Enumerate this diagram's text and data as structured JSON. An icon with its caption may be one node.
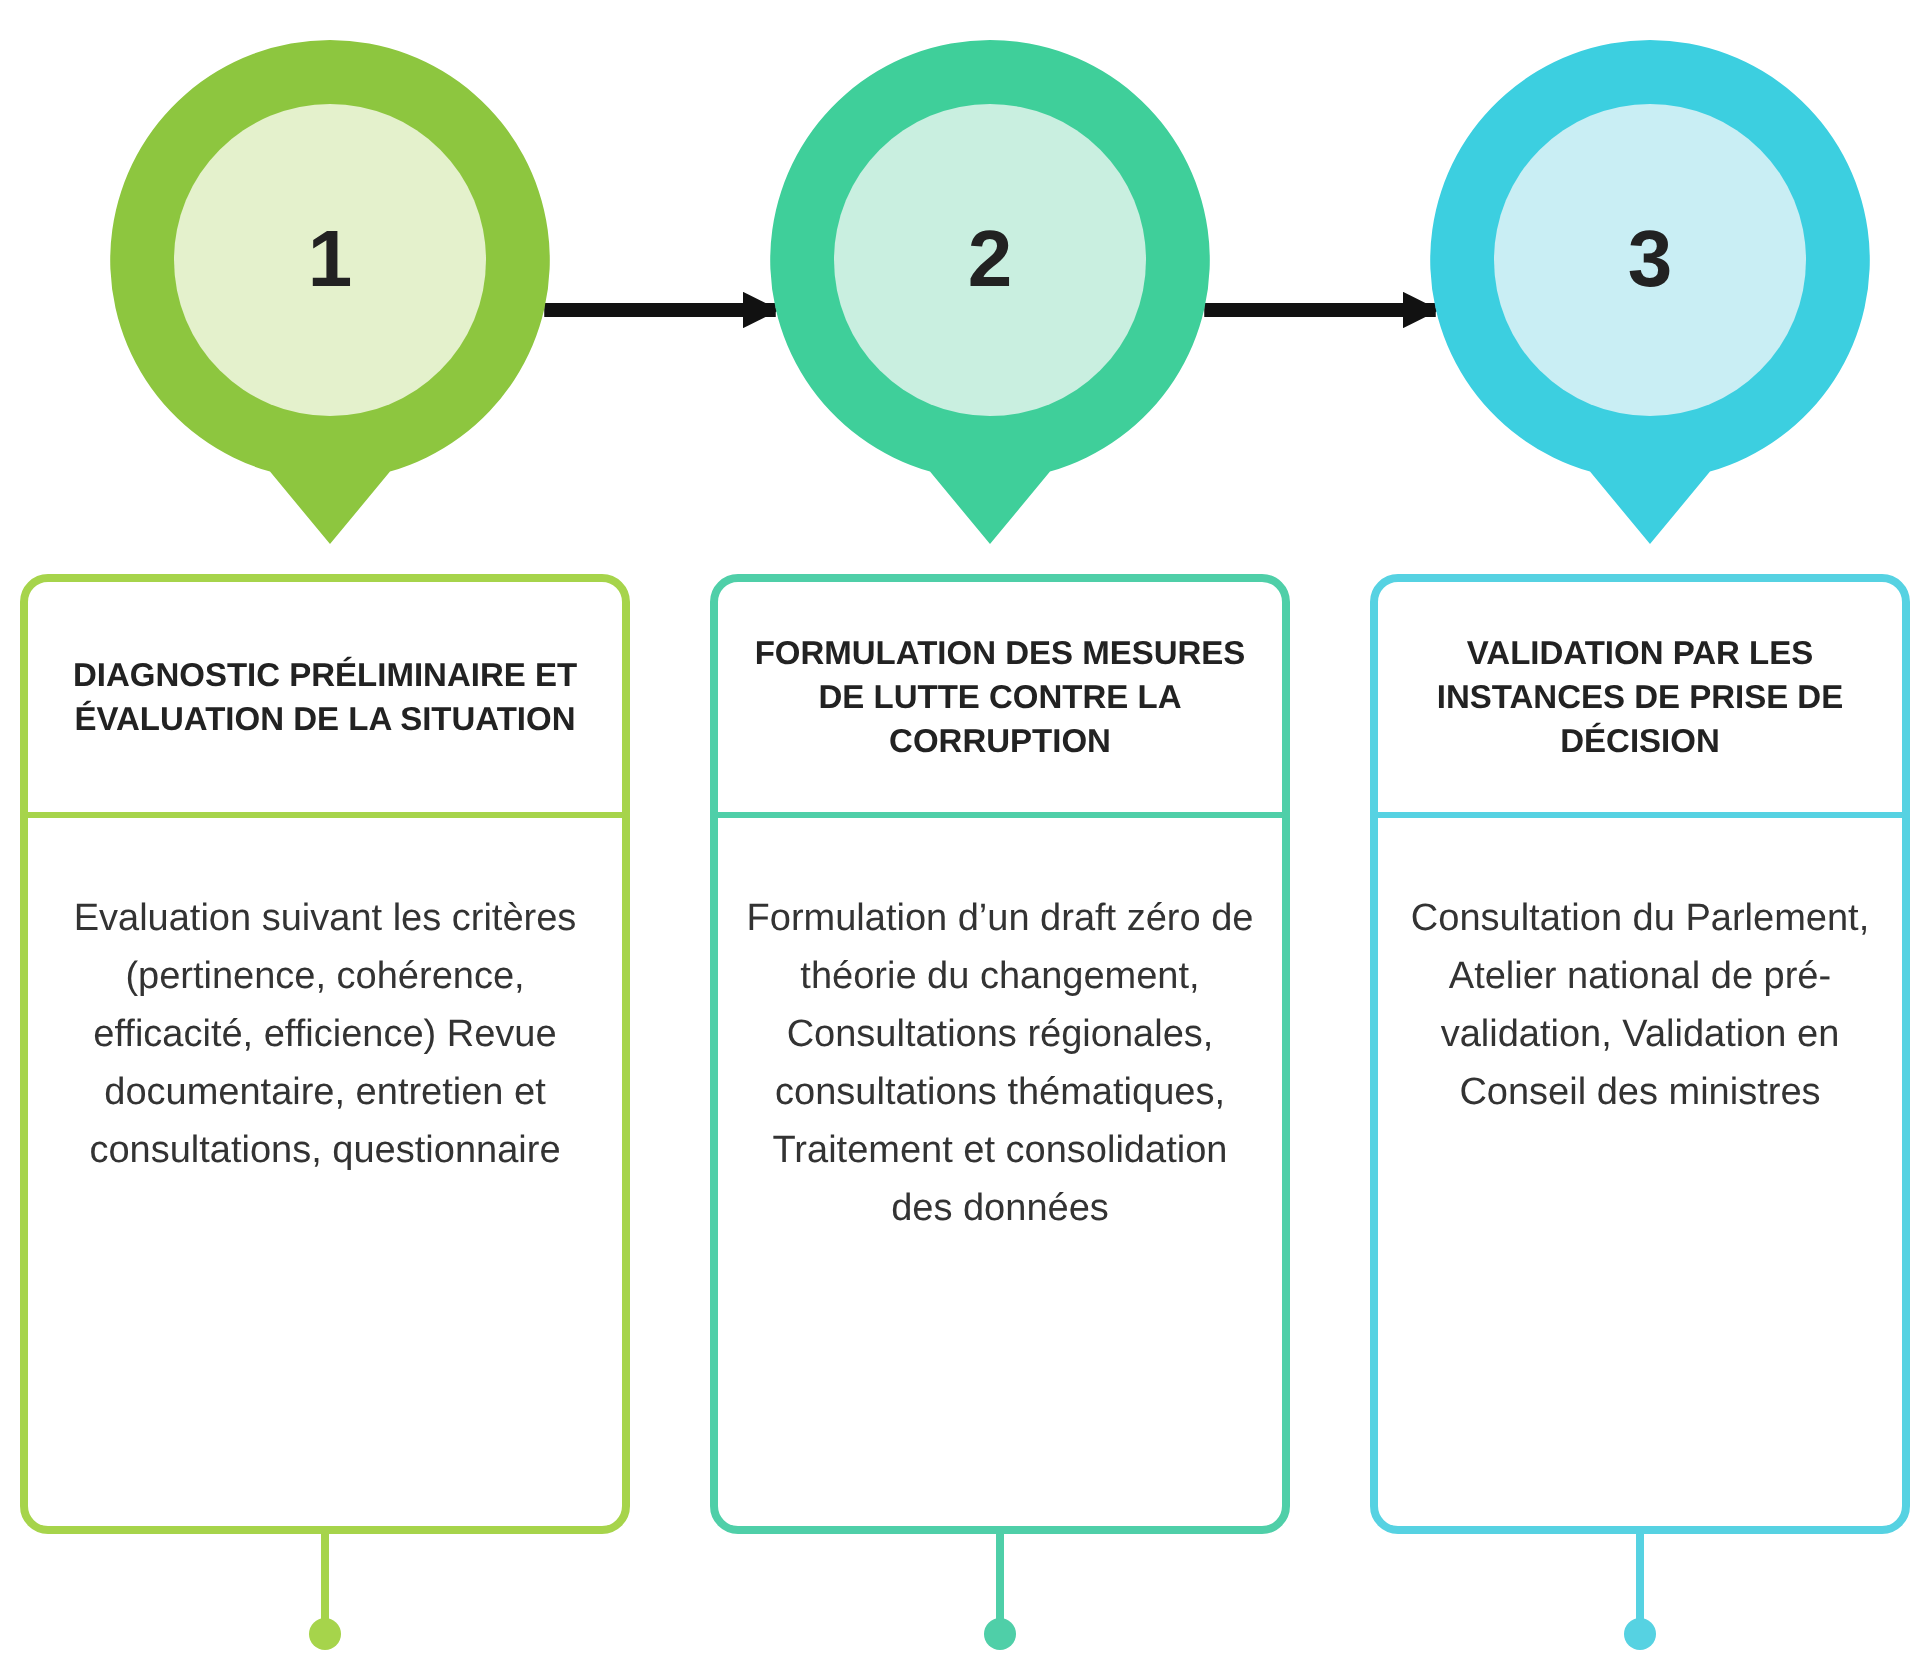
{
  "diagram": {
    "nodes": [
      {
        "text": [
          "1"
        ]
      },
      {
        "text": [
          "2"
        ]
      },
      {
        "text": [
          "3"
        ]
      },
      {
        "text": [
          "DIAGNOSTIC PRÉLIMINAIRE ET ÉVALUATION DE LA SITUATION",
          "Evaluation suivant les critères (pertinence, cohérence, efficacité, efficience) Revue documentaire, entretien et consultations, questionnaire"
        ]
      },
      {
        "text": [
          "FORMULATION DES MESURES DE LUTTE CONTRE LA CORRUPTION",
          "Formulation d’un draft zéro de théorie du changement, Consultations régionales, consultations thématiques, Traitement et consolidation des données"
        ]
      },
      {
        "text": [
          "VALIDATION PAR LES INSTANCES DE PRISE DE DÉCISION",
          "Consultation du Parlement, Atelier national de pré-validation, Validation en Conseil des ministres"
        ]
      }
    ],
    "edges": [
      {
        "from": 0,
        "to": 1,
        "arrow": "to"
      },
      {
        "from": 1,
        "to": 2,
        "arrow": "to"
      }
    ]
  }
}
